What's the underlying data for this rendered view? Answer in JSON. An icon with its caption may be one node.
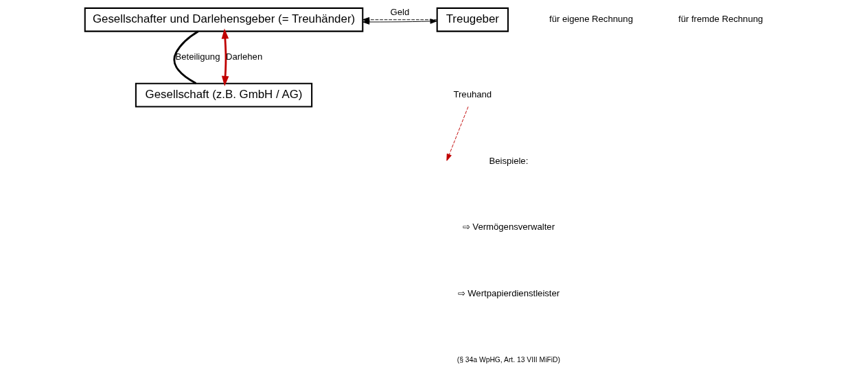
{
  "diagram": {
    "nodes": [
      {
        "text": [
          "Gesellschafter und Darlehensgeber (= Treuhänder)"
        ]
      },
      {
        "text": [
          "Treugeber"
        ]
      },
      {
        "text": [
          "Gesellschaft (z.B. GmbH / AG)"
        ]
      },
      {
        "text": [
          "Treuhand"
        ]
      }
    ],
    "edges": [
      {
        "from": 1,
        "to": 0,
        "arrow": "to",
        "label": "Geld",
        "style": "dashed"
      },
      {
        "from": 0,
        "to": 1,
        "arrow": "both"
      },
      {
        "from": 0,
        "to": 2,
        "arrow": "none",
        "label": "Beteiligung",
        "style": "thick"
      },
      {
        "from": 0,
        "to": 2,
        "arrow": "both",
        "label": "Darlehen",
        "style": "thick",
        "color": "#c00000"
      },
      {
        "from": 3,
        "to": null,
        "arrow": "to",
        "style": "dashed",
        "color": "#c00000"
      }
    ],
    "labels": [
      "für eigene Rechnung",
      "für fremde Rechnung",
      "Beispiele:",
      "⇨ Vermögensverwalter",
      "⇨ Wertpapierdienstleister",
      "(§ 34a WpHG, Art. 13 VIII MiFiD)"
    ]
  }
}
